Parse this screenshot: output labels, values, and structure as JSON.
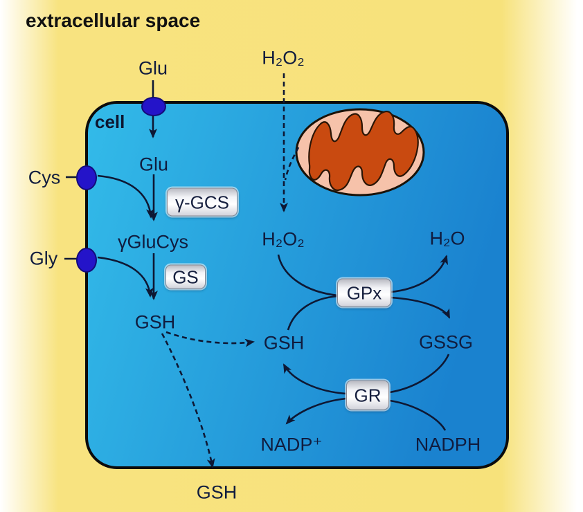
{
  "scene": {
    "extracellular_label": "extracellular space",
    "cell_label": "cell"
  },
  "molecules": {
    "glu_out": "Glu",
    "h2o2_out": "H₂O₂",
    "glu_in": "Glu",
    "cys": "Cys",
    "gly": "Gly",
    "glucys": "γGluCys",
    "gsh_synthesized": "GSH",
    "h2o2_in": "H₂O₂",
    "h2o": "H₂O",
    "gsh_cycle": "GSH",
    "gssg": "GSSG",
    "nadp_plus": "NADP⁺",
    "nadph": "NADPH",
    "gsh_exported": "GSH"
  },
  "enzymes": {
    "gamma_gcs": "γ-GCS",
    "gs": "GS",
    "gpx": "GPx",
    "gr": "GR"
  },
  "colors": {
    "extracellular_bg": "#F8E37E",
    "cell_fill_left": "#33BBE9",
    "cell_fill_right": "#1A82CF",
    "membrane_stroke": "#0B0B0B",
    "transporter_fill": "#2414C9",
    "transporter_stroke": "#140B7A",
    "mitochondrion_outer": "#F6C2AA",
    "mitochondrion_inner": "#C94A10",
    "mitochondrion_stroke": "#1A1208",
    "arrow": "#0E1834",
    "label_text": "#101C3E"
  }
}
